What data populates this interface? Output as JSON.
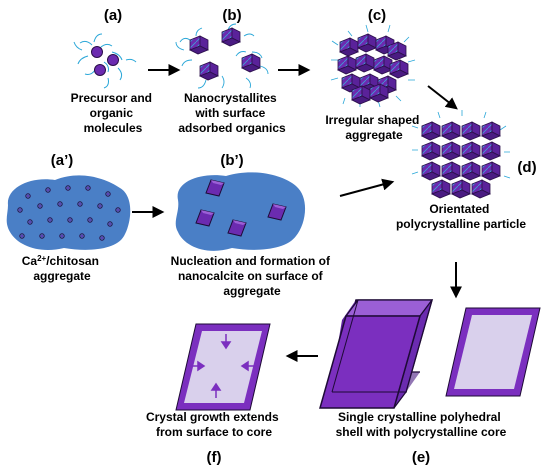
{
  "panels": {
    "a": {
      "letter": "(a)",
      "caption": [
        "Precursor and",
        "organic",
        "molecules"
      ]
    },
    "b": {
      "letter": "(b)",
      "caption": [
        "Nanocrystallites",
        "with surface",
        "adsorbed organics"
      ]
    },
    "c": {
      "letter": "(c)",
      "caption": [
        "Irregular shaped",
        "aggregate"
      ]
    },
    "d": {
      "letter": "(d)",
      "caption": [
        "Orientated",
        "polycrystalline particle"
      ]
    },
    "a2": {
      "letter": "(a’)",
      "caption_line1_parts": [
        "Ca",
        "2+",
        "/chitosan"
      ],
      "caption_line2": "aggregate"
    },
    "b2": {
      "letter": "(b’)",
      "caption": [
        "Nucleation and formation of",
        "nanocalcite on surface of",
        "aggregate"
      ]
    },
    "e": {
      "letter": "(e)",
      "caption": [
        "Single crystalline polyhedral",
        "shell with polycrystalline core"
      ]
    },
    "f": {
      "letter": "(f)",
      "caption": [
        "Crystal growth extends",
        "from surface to core"
      ]
    }
  },
  "colors": {
    "crystal_purple": "#7b2fbf",
    "crystal_dark": "#3d1466",
    "crystal_light": "#9b5fd6",
    "pale_core": "#d9d0ec",
    "aggregate_blue": "#4a7fc6",
    "organic_cyan": "#2aa7d8",
    "arrow": "#000000"
  }
}
